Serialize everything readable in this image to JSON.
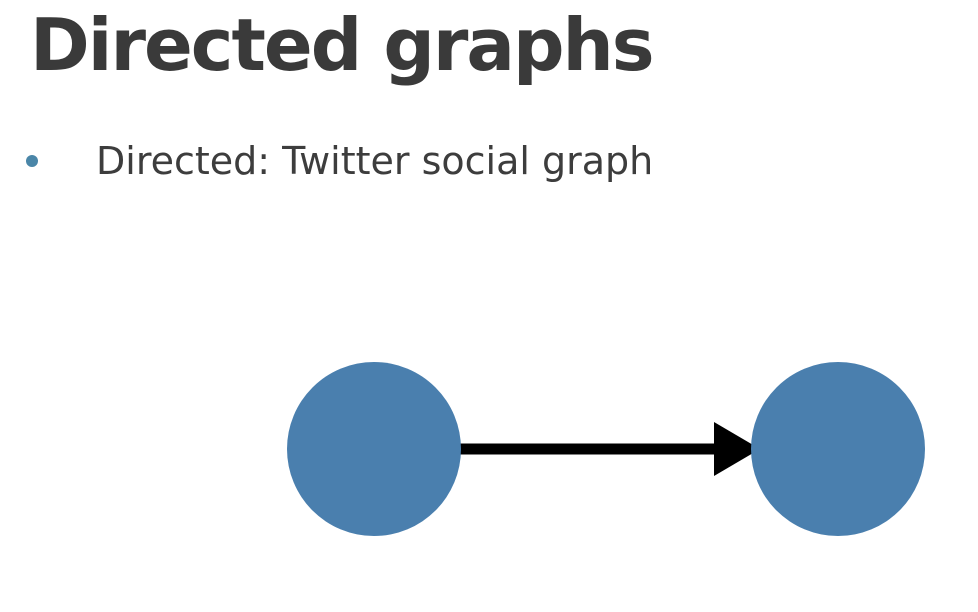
{
  "slide": {
    "title": "Directed graphs",
    "bullets": [
      {
        "text": "Directed: Twitter social graph"
      }
    ]
  },
  "colors": {
    "title_text": "#3a3a3a",
    "body_text": "#3d3d3d",
    "bullet_dot": "#4a86a8",
    "node_fill": "#4a7fae",
    "edge": "#000000"
  },
  "diagram": {
    "nodes": [
      {
        "id": "source"
      },
      {
        "id": "target"
      }
    ],
    "edges": [
      {
        "from": "source",
        "to": "target",
        "directed": true
      }
    ]
  }
}
